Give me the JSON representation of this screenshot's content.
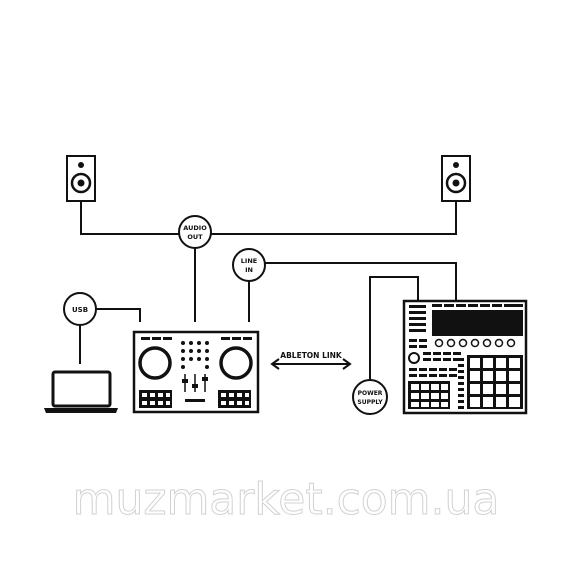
{
  "labels": {
    "usb": [
      "USB"
    ],
    "audio_out": [
      "AUDIO",
      "OUT"
    ],
    "line_in": [
      "LINE",
      "IN"
    ],
    "power_supply": [
      "POWER",
      "SUPPLY"
    ],
    "ableton_link": "ABLETON LINK"
  },
  "watermark": "muzmarket.com.ua",
  "icons": {
    "speaker_left": "speaker-icon",
    "speaker_right": "speaker-icon",
    "laptop": "laptop-icon",
    "dj_controller": "dj-controller-icon",
    "groovebox": "groovebox-icon"
  },
  "colors": {
    "line": "#111111",
    "background": "#ffffff",
    "watermark": "#d2d2d2"
  }
}
